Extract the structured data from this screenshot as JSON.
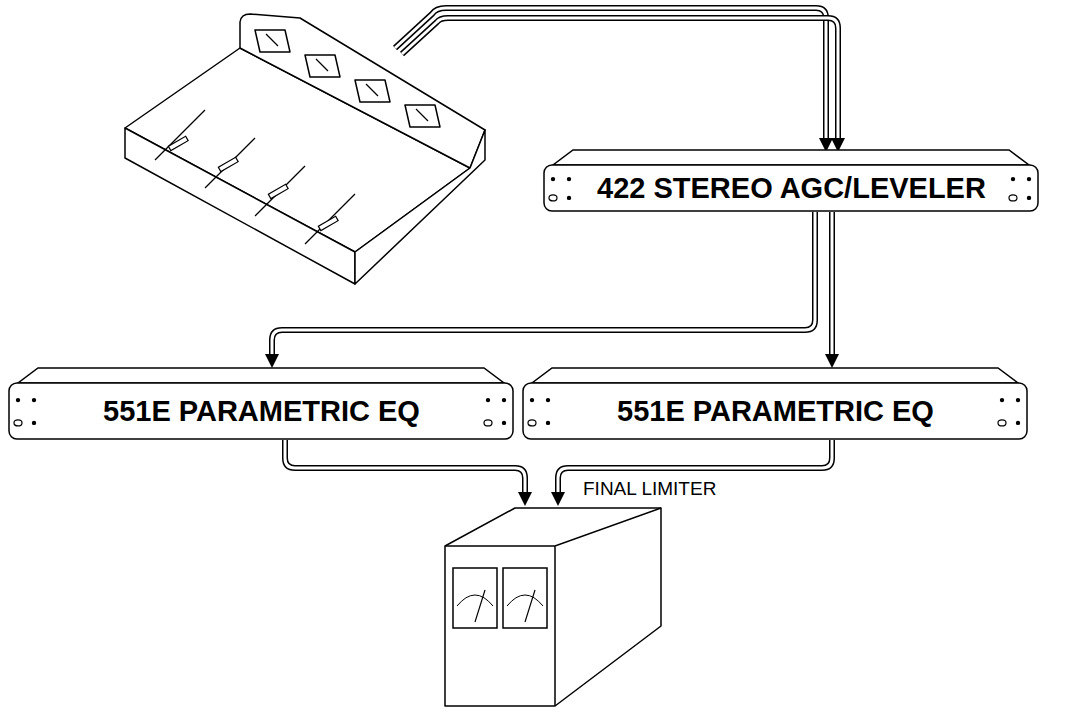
{
  "diagram": {
    "nodes": [
      {
        "text": [
          "422 STEREO AGC/LEVELER"
        ]
      },
      {
        "text": [
          "551E  PARAMETRIC EQ"
        ]
      },
      {
        "text": [
          "551E  PARAMETRIC EQ"
        ]
      },
      {
        "text": [
          "FINAL LIMITER"
        ]
      }
    ],
    "edges": [
      {
        "from": 0,
        "to": 1,
        "arrow": "to"
      },
      {
        "from": 0,
        "to": 2,
        "arrow": "to"
      },
      {
        "from": 1,
        "to": 3,
        "arrow": "to"
      },
      {
        "from": 2,
        "to": 3,
        "arrow": "to"
      }
    ]
  }
}
